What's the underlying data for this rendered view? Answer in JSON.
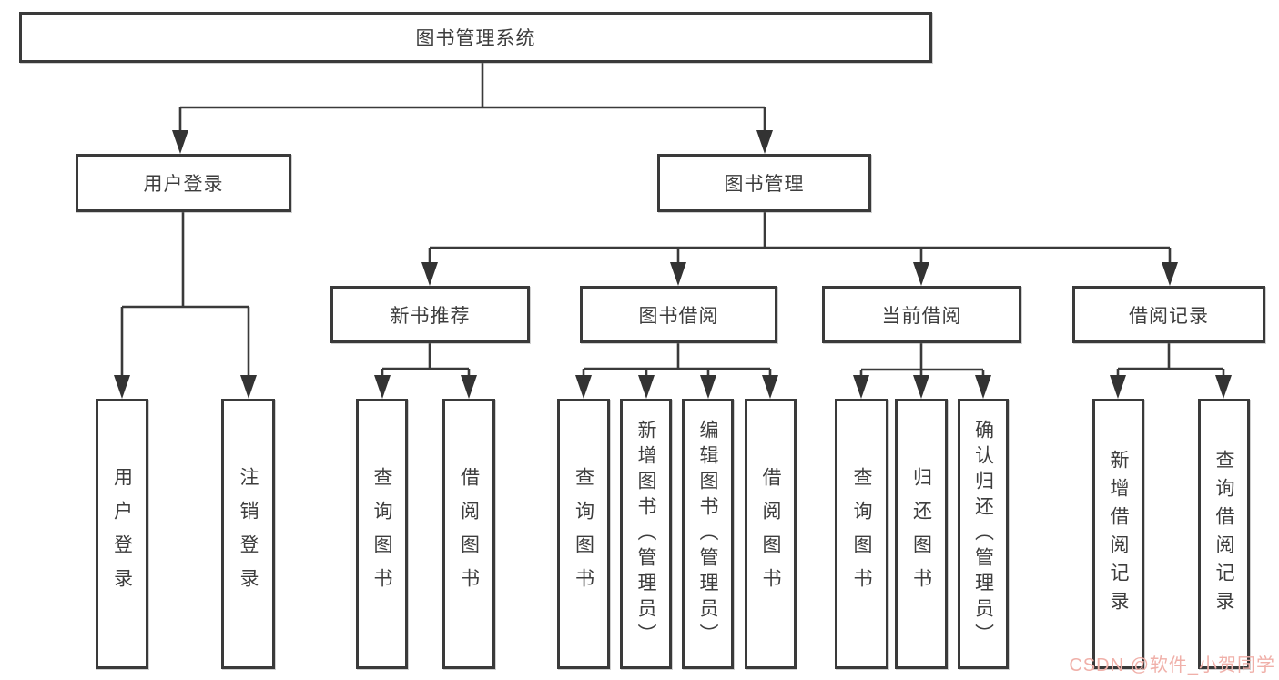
{
  "tree": {
    "label": "图书管理系统",
    "children": [
      {
        "label": "用户登录",
        "children": [
          {
            "label": "用户登录"
          },
          {
            "label": "注销登录"
          }
        ]
      },
      {
        "label": "图书管理",
        "children": [
          {
            "label": "新书推荐",
            "children": [
              {
                "label": "查询图书"
              },
              {
                "label": "借阅图书"
              }
            ]
          },
          {
            "label": "图书借阅",
            "children": [
              {
                "label": "查询图书"
              },
              {
                "label": "新增图书（管理员）"
              },
              {
                "label": "编辑图书（管理员）"
              },
              {
                "label": "借阅图书"
              }
            ]
          },
          {
            "label": "当前借阅",
            "children": [
              {
                "label": "查询图书"
              },
              {
                "label": "归还图书"
              },
              {
                "label": "确认归还（管理员）"
              }
            ]
          },
          {
            "label": "借阅记录",
            "children": [
              {
                "label": "新增借阅记录"
              },
              {
                "label": "查询借阅记录"
              }
            ]
          }
        ]
      }
    ]
  },
  "watermark": {
    "text": "CSDN @软件_小贺同学",
    "color": "#f0b0a9"
  },
  "colors": {
    "line": "#3a3a3a",
    "box_border": "#3a3a3a",
    "text": "#3d3d3d",
    "background": "#ffffff"
  }
}
